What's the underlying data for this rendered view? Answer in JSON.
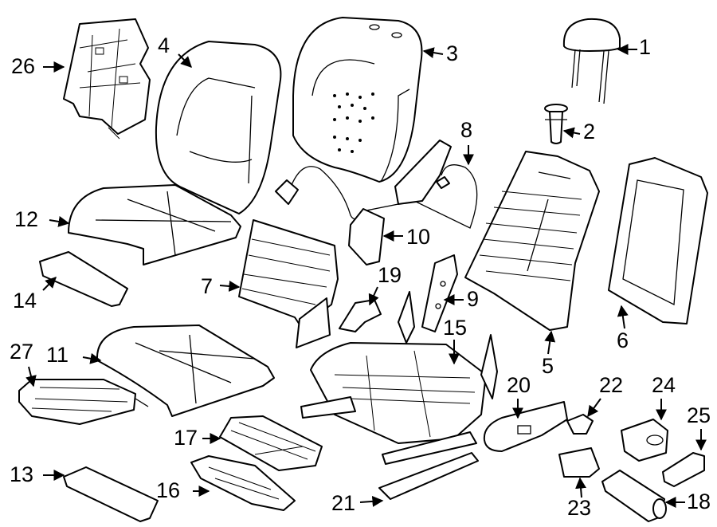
{
  "callouts": [
    {
      "id": "c1",
      "number": "1"
    },
    {
      "id": "c2",
      "number": "2"
    },
    {
      "id": "c3",
      "number": "3"
    },
    {
      "id": "c4",
      "number": "4"
    },
    {
      "id": "c5",
      "number": "5"
    },
    {
      "id": "c6",
      "number": "6"
    },
    {
      "id": "c7",
      "number": "7"
    },
    {
      "id": "c8",
      "number": "8"
    },
    {
      "id": "c9",
      "number": "9"
    },
    {
      "id": "c10",
      "number": "10"
    },
    {
      "id": "c11",
      "number": "11"
    },
    {
      "id": "c12",
      "number": "12"
    },
    {
      "id": "c13",
      "number": "13"
    },
    {
      "id": "c14",
      "number": "14"
    },
    {
      "id": "c15",
      "number": "15"
    },
    {
      "id": "c16",
      "number": "16"
    },
    {
      "id": "c17",
      "number": "17"
    },
    {
      "id": "c18",
      "number": "18"
    },
    {
      "id": "c19",
      "number": "19"
    },
    {
      "id": "c20",
      "number": "20"
    },
    {
      "id": "c21",
      "number": "21"
    },
    {
      "id": "c22",
      "number": "22"
    },
    {
      "id": "c23",
      "number": "23"
    },
    {
      "id": "c24",
      "number": "24"
    },
    {
      "id": "c25",
      "number": "25"
    },
    {
      "id": "c26",
      "number": "26"
    },
    {
      "id": "c27",
      "number": "27"
    }
  ]
}
